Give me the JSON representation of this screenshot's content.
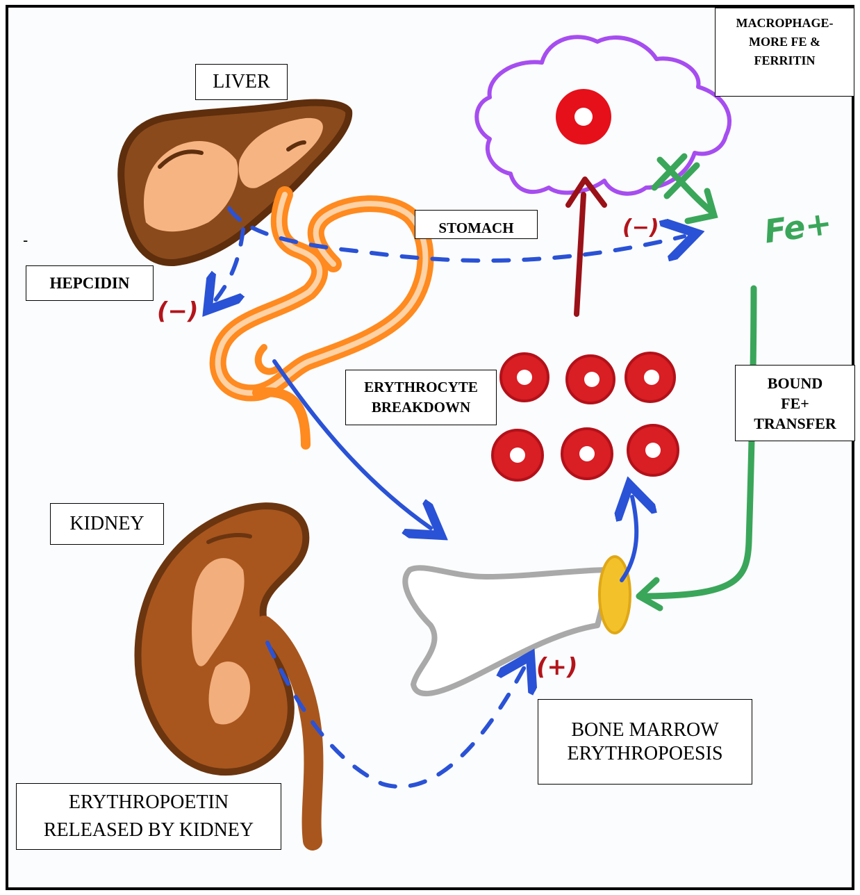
{
  "labels": {
    "liver": "LIVER",
    "stomach": "STOMACH",
    "hepcidin": "HEPCIDIN",
    "erythrocyte_breakdown": "ERYTHROCYTE\nBREAKDOWN",
    "kidney": "KIDNEY",
    "erythropoetin": "ERYTHROPOETIN\nRELEASED BY KIDNEY",
    "bone_marrow": "BONE MARROW\nERYTHROPOESIS",
    "macrophage": "MACROPHAGE-\nMORE FE &\nFERRITIN",
    "bound_fe": "BOUND\nFE+\nTRANSFER",
    "stray_mark": "-"
  },
  "annotations": {
    "fe_plus": "Fe+",
    "inhibit_1": "(−)",
    "inhibit_2": "(−)",
    "stimulate": "(+)"
  },
  "colors": {
    "hepcidin_arrow": "#2a52d6",
    "epo_arrow": "#2a52d6",
    "macrophage_outline": "#a64df0",
    "rbc": "#d91e24",
    "fe_transfer": "#3aa65a",
    "liver": "#8a4a1c",
    "intestine": "#ff8a1f",
    "kidney": "#a8561e",
    "bone": "#a9a9a9",
    "bone_end": "#f3c22a",
    "annotation_red": "#b3141b"
  },
  "icons": [
    "liver-icon",
    "intestine-icon",
    "kidney-icon",
    "bone-icon",
    "macrophage-icon",
    "red-blood-cell-icon"
  ]
}
